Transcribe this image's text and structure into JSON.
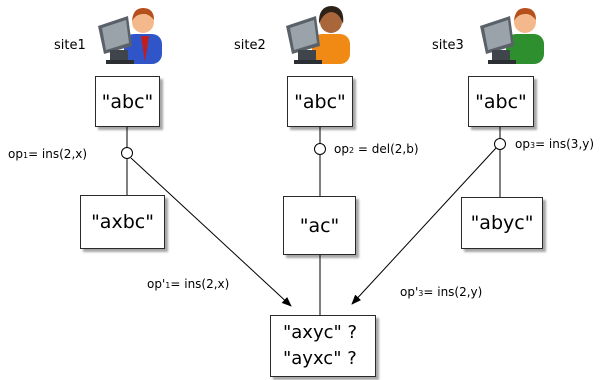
{
  "sites": [
    {
      "label": "site1",
      "shirt_color": "#2f55c9",
      "face_color": "#f3b98c",
      "hair_color": "#b5501c",
      "tie_color": "#c21d1d",
      "icon": "user-at-computer-icon"
    },
    {
      "label": "site2",
      "shirt_color": "#f08a14",
      "face_color": "#a9663a",
      "hair_color": "#2e2218",
      "icon": "user-at-computer-icon"
    },
    {
      "label": "site3",
      "shirt_color": "#2e8f2e",
      "face_color": "#f3b98c",
      "hair_color": "#b5501c",
      "icon": "user-at-computer-icon"
    }
  ],
  "initial_states": [
    "\"abc\"",
    "\"abc\"",
    "\"abc\""
  ],
  "local_operations": [
    {
      "prefix": "op",
      "subscript": "1",
      "rest": "= ins(2,x)"
    },
    {
      "prefix": "op",
      "subscript": "2",
      "rest": " = del(2,b)"
    },
    {
      "prefix": "op",
      "subscript": "3",
      "rest": "= ins(3,y)"
    }
  ],
  "local_results": [
    "\"axbc\"",
    "\"ac\"",
    "\"abyc\""
  ],
  "transformed_operations": [
    {
      "prefix": "op'",
      "subscript": "1",
      "rest": "= ins(2,x)"
    },
    {
      "prefix": "op'",
      "subscript": "3",
      "rest": "= ins(2,y)"
    }
  ],
  "final_state": {
    "line1": "\"axyc\" ?",
    "line2": "\"ayxc\" ?"
  }
}
